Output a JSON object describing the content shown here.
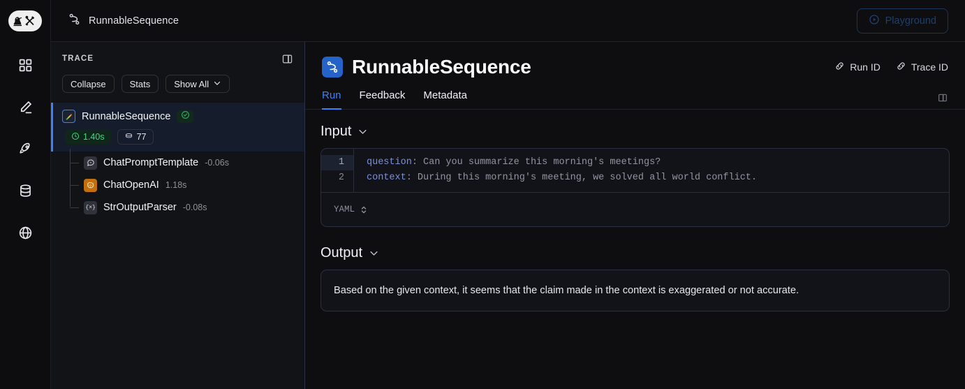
{
  "app": {
    "logo_name": "langsmith-logo",
    "accent": "#3b82f6",
    "success_color": "#3ddc84",
    "background": "#0e0e11"
  },
  "rail": {
    "items": [
      {
        "icon": "grid-squares-icon",
        "name": "projects"
      },
      {
        "icon": "pencil-edit-icon",
        "name": "annotate"
      },
      {
        "icon": "rocket-icon",
        "name": "deployments"
      },
      {
        "icon": "database-icon",
        "name": "datasets"
      },
      {
        "icon": "globe-icon",
        "name": "hub"
      }
    ]
  },
  "topbar": {
    "breadcrumb": "RunnableSequence",
    "breadcrumb_icon": "sequence-nodes-icon",
    "playground_label": "Playground",
    "playground_icon": "play-circle-icon",
    "playground_disabled": true
  },
  "trace": {
    "title": "TRACE",
    "panel_toggle_icon": "panel-layout-icon",
    "actions": [
      {
        "label": "Collapse",
        "name": "collapse-button"
      },
      {
        "label": "Stats",
        "name": "stats-button"
      },
      {
        "label": "Show All",
        "name": "show-all-button",
        "icon": "chevron-down-icon"
      }
    ],
    "root": {
      "name": "RunnableSequence",
      "icon": "sequence-run-icon",
      "status": "success",
      "status_icon": "check-circle-icon",
      "duration": "1.40s",
      "duration_icon": "clock-icon",
      "tokens": "77",
      "tokens_icon": "tokens-coin-icon"
    },
    "children": [
      {
        "name": "ChatPromptTemplate",
        "duration": "-0.06s",
        "icon": "chat-bubble-icon"
      },
      {
        "name": "ChatOpenAI",
        "duration": "1.18s",
        "icon": "openai-icon"
      },
      {
        "name": "StrOutputParser",
        "duration": "-0.08s",
        "icon": "braces-icon"
      }
    ]
  },
  "main": {
    "title": "RunnableSequence",
    "title_icon": "sequence-nodes-icon",
    "links": [
      {
        "label": "Run ID",
        "icon": "link-chain-icon"
      },
      {
        "label": "Trace ID",
        "icon": "link-chain-icon"
      }
    ],
    "tabs": [
      {
        "label": "Run",
        "active": true
      },
      {
        "label": "Feedback",
        "active": false
      },
      {
        "label": "Metadata",
        "active": false
      }
    ],
    "tabs_toggle_icon": "panel-layout-icon",
    "input": {
      "heading": "Input",
      "chevron_icon": "chevron-down-icon",
      "lines": [
        {
          "num": "1",
          "key": "question",
          "value": " Can you summarize this morning's meetings?",
          "highlighted": true
        },
        {
          "num": "2",
          "key": "context",
          "value": " During this morning's meeting, we solved all world conflict.",
          "highlighted": false
        }
      ],
      "format_label": "YAML",
      "format_icon": "chevron-up-down-icon"
    },
    "output": {
      "heading": "Output",
      "chevron_icon": "chevron-down-icon",
      "text": "Based on the given context, it seems that the claim made in the context is exaggerated or not accurate."
    }
  }
}
